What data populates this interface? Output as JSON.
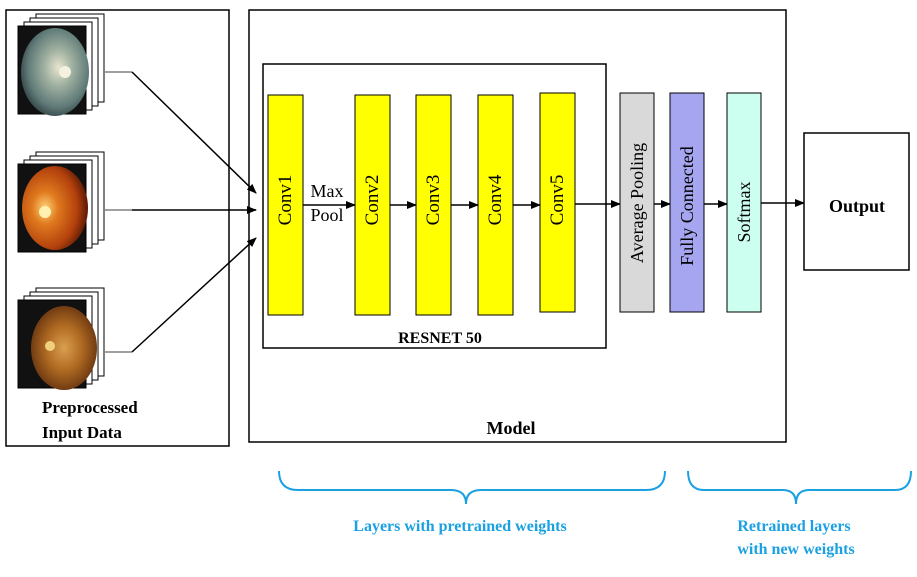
{
  "input_panel": {
    "label_line1": "Preprocessed",
    "label_line2": "Input Data",
    "images": [
      "fundus-image-1",
      "fundus-image-2",
      "fundus-image-3"
    ]
  },
  "model_panel": {
    "label": "Model",
    "resnet": {
      "label": "RESNET 50",
      "layers": [
        "Conv1",
        "Conv2",
        "Conv3",
        "Conv4",
        "Conv5"
      ],
      "pool_line1": "Max",
      "pool_line2": "Pool"
    },
    "head_layers": [
      "Average Pooling",
      "Fully Connected",
      "Softmax"
    ]
  },
  "output": {
    "label": "Output"
  },
  "braces": {
    "pretrained": "Layers with pretrained weights",
    "retrained_line1": "Retrained layers",
    "retrained_line2": "with new weights"
  },
  "colors": {
    "conv": "#ffff00",
    "avg_pool": "#d9d9d9",
    "fully_connected": "#a6a6f0",
    "softmax": "#ccfff0",
    "brace": "#1ba1e2",
    "brace_text": "#1ba1e2"
  }
}
